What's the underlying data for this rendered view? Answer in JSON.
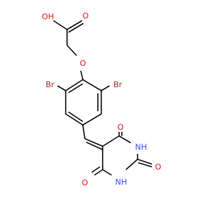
{
  "colors": {
    "bond": "#000000",
    "O": "#e8141c",
    "Br": "#a52a2a",
    "N": "#3050f8",
    "background": "#ffffff"
  },
  "atoms": {
    "oh": "OH",
    "o_carbonyl_acid": "O",
    "o_ether": "O",
    "br_left": "Br",
    "br_right": "Br",
    "o_c4": "O",
    "nh_right": "NH",
    "o_c2": "O",
    "nh_bottom": "NH",
    "o_c6": "O"
  }
}
